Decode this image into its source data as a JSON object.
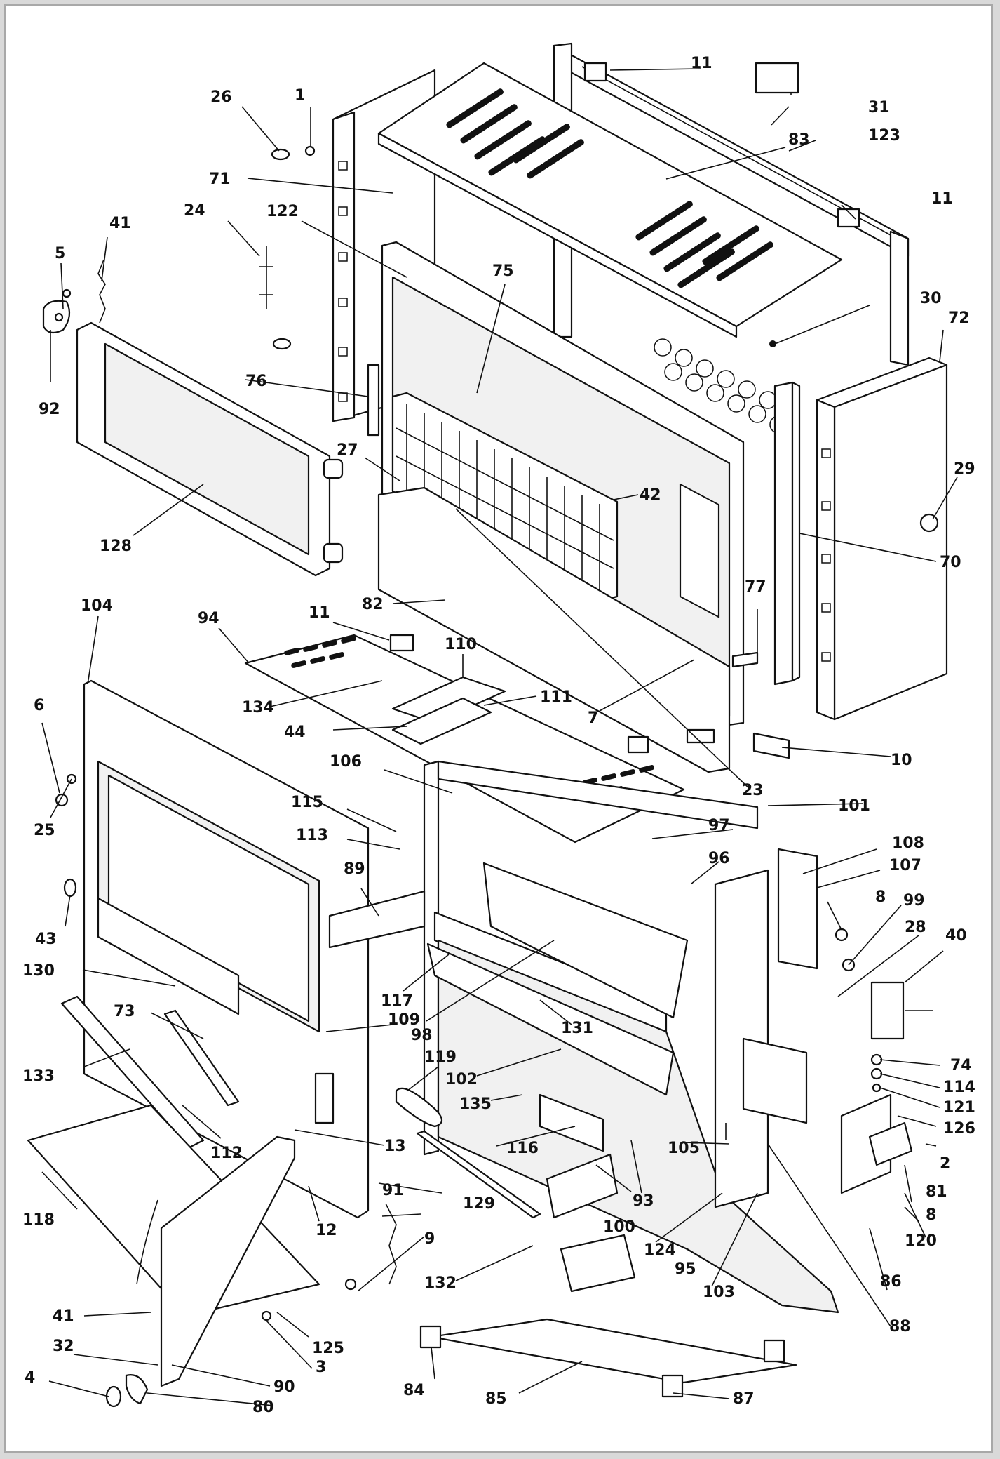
{
  "labels": [
    {
      "id": "c1",
      "text": "1"
    },
    {
      "id": "c26",
      "text": "26"
    },
    {
      "id": "c11a",
      "text": "11"
    },
    {
      "id": "c31",
      "text": "31"
    },
    {
      "id": "c83",
      "text": "83"
    },
    {
      "id": "c123",
      "text": "123"
    },
    {
      "id": "c71",
      "text": "71"
    },
    {
      "id": "c11b",
      "text": "11"
    },
    {
      "id": "c41a",
      "text": "41"
    },
    {
      "id": "c24",
      "text": "24"
    },
    {
      "id": "c122",
      "text": "122"
    },
    {
      "id": "c5",
      "text": "5"
    },
    {
      "id": "c75",
      "text": "75"
    },
    {
      "id": "c30",
      "text": "30"
    },
    {
      "id": "c72",
      "text": "72"
    },
    {
      "id": "c92",
      "text": "92"
    },
    {
      "id": "c76",
      "text": "76"
    },
    {
      "id": "c27",
      "text": "27"
    },
    {
      "id": "c29",
      "text": "29"
    },
    {
      "id": "c42",
      "text": "42"
    },
    {
      "id": "c128",
      "text": "128"
    },
    {
      "id": "c70",
      "text": "70"
    },
    {
      "id": "c82",
      "text": "82"
    },
    {
      "id": "c77",
      "text": "77"
    },
    {
      "id": "c104",
      "text": "104"
    },
    {
      "id": "c94",
      "text": "94"
    },
    {
      "id": "c11c",
      "text": "11"
    },
    {
      "id": "c110",
      "text": "110"
    },
    {
      "id": "c111",
      "text": "111"
    },
    {
      "id": "c134",
      "text": "134"
    },
    {
      "id": "c7",
      "text": "7"
    },
    {
      "id": "c6",
      "text": "6"
    },
    {
      "id": "c44",
      "text": "44"
    },
    {
      "id": "c10",
      "text": "10"
    },
    {
      "id": "c106",
      "text": "106"
    },
    {
      "id": "c23",
      "text": "23"
    },
    {
      "id": "c25",
      "text": "25"
    },
    {
      "id": "c115",
      "text": "115"
    },
    {
      "id": "c101",
      "text": "101"
    },
    {
      "id": "c113",
      "text": "113"
    },
    {
      "id": "c97",
      "text": "97"
    },
    {
      "id": "c108",
      "text": "108"
    },
    {
      "id": "c96",
      "text": "96"
    },
    {
      "id": "c107",
      "text": "107"
    },
    {
      "id": "c89",
      "text": "89"
    },
    {
      "id": "c8a",
      "text": "8"
    },
    {
      "id": "c99",
      "text": "99"
    },
    {
      "id": "c43",
      "text": "43"
    },
    {
      "id": "c28",
      "text": "28"
    },
    {
      "id": "c40",
      "text": "40"
    },
    {
      "id": "c130",
      "text": "130"
    },
    {
      "id": "c117",
      "text": "117"
    },
    {
      "id": "c73",
      "text": "73"
    },
    {
      "id": "c109",
      "text": "109"
    },
    {
      "id": "c98",
      "text": "98"
    },
    {
      "id": "c131",
      "text": "131"
    },
    {
      "id": "c74",
      "text": "74"
    },
    {
      "id": "c133",
      "text": "133"
    },
    {
      "id": "c119",
      "text": "119"
    },
    {
      "id": "c114",
      "text": "114"
    },
    {
      "id": "c102",
      "text": "102"
    },
    {
      "id": "c121",
      "text": "121"
    },
    {
      "id": "c135",
      "text": "135"
    },
    {
      "id": "c126",
      "text": "126"
    },
    {
      "id": "c112",
      "text": "112"
    },
    {
      "id": "c13",
      "text": "13"
    },
    {
      "id": "c116",
      "text": "116"
    },
    {
      "id": "c105",
      "text": "105"
    },
    {
      "id": "c2",
      "text": "2"
    },
    {
      "id": "c81",
      "text": "81"
    },
    {
      "id": "c8b",
      "text": "8"
    },
    {
      "id": "c93",
      "text": "93"
    },
    {
      "id": "c91",
      "text": "91"
    },
    {
      "id": "c129",
      "text": "129"
    },
    {
      "id": "c118",
      "text": "118"
    },
    {
      "id": "c100",
      "text": "100"
    },
    {
      "id": "c12",
      "text": "12"
    },
    {
      "id": "c124",
      "text": "124"
    },
    {
      "id": "c120",
      "text": "120"
    },
    {
      "id": "c9",
      "text": "9"
    },
    {
      "id": "c95",
      "text": "95"
    },
    {
      "id": "c132",
      "text": "132"
    },
    {
      "id": "c103",
      "text": "103"
    },
    {
      "id": "c86",
      "text": "86"
    },
    {
      "id": "c41b",
      "text": "41"
    },
    {
      "id": "c88",
      "text": "88"
    },
    {
      "id": "c125",
      "text": "125"
    },
    {
      "id": "c32",
      "text": "32"
    },
    {
      "id": "c3",
      "text": "3"
    },
    {
      "id": "c4",
      "text": "4"
    },
    {
      "id": "c90",
      "text": "90"
    },
    {
      "id": "c80",
      "text": "80"
    },
    {
      "id": "c84",
      "text": "84"
    },
    {
      "id": "c85",
      "text": "85"
    },
    {
      "id": "c87",
      "text": "87"
    }
  ]
}
